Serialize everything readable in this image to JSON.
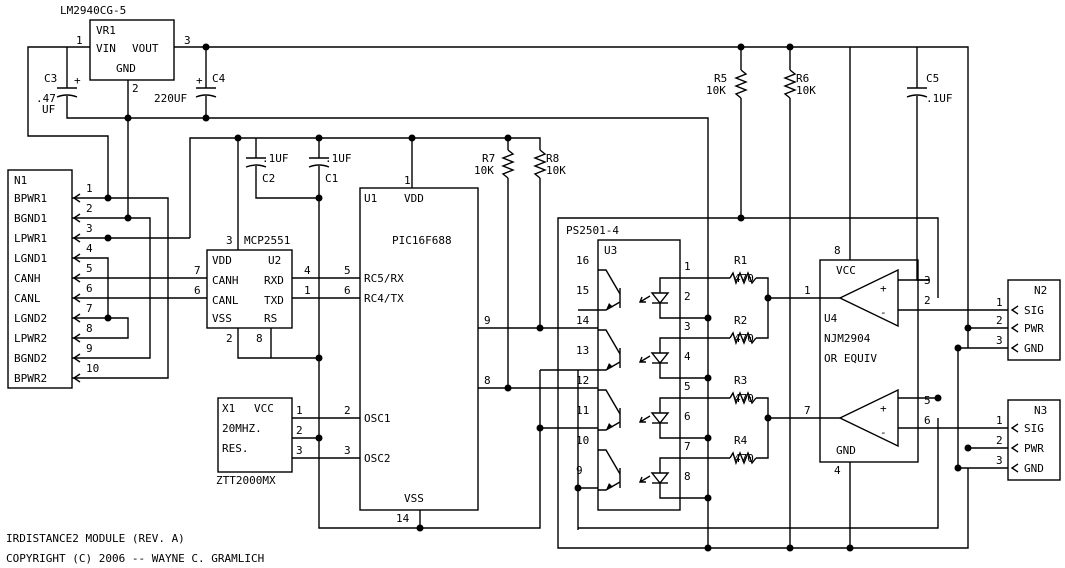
{
  "title": "IRDISTANCE2 MODULE (REV. A)",
  "copyright": "COPYRIGHT (C) 2006 -- WAYNE C. GRAMLICH",
  "vr1": {
    "part": "LM2940CG-5",
    "ref": "VR1",
    "vin": "VIN",
    "vout": "VOUT",
    "gnd": "GND",
    "p1": "1",
    "p2": "2",
    "p3": "3"
  },
  "caps": {
    "c3": "C3",
    "c3_val1": ".47",
    "c3_val2": "UF",
    "plus": "+",
    "c4": "C4",
    "c4_val": "220UF",
    "c5": "C5",
    "c5_val": ".1UF",
    "c2": "C2",
    "c2_val": ".1UF",
    "c1": "C1",
    "c1_val": ".1UF"
  },
  "res": {
    "r5": "R5",
    "r5_val": "10K",
    "r6": "R6",
    "r6_val": "10K",
    "r7": "R7",
    "r7_val": "10K",
    "r8": "R8",
    "r8_val": "10K",
    "r1": "R1",
    "r2": "R2",
    "r3": "R3",
    "r4": "R4",
    "val470": "470"
  },
  "n1": {
    "ref": "N1",
    "pins": [
      "BPWR1",
      "BGND1",
      "LPWR1",
      "LGND1",
      "CANH",
      "CANL",
      "LGND2",
      "LPWR2",
      "BGND2",
      "BPWR2"
    ],
    "nums": [
      "1",
      "2",
      "3",
      "4",
      "5",
      "6",
      "7",
      "8",
      "9",
      "10"
    ]
  },
  "u2": {
    "part": "MCP2551",
    "ref": "U2",
    "vdd": "VDD",
    "canh": "CANH",
    "canl": "CANL",
    "vss": "VSS",
    "rxd": "RXD",
    "txd": "TXD",
    "rs": "RS",
    "p3": "3",
    "p7": "7",
    "p6": "6",
    "p2": "2",
    "p8": "8",
    "p4": "4",
    "p1": "1"
  },
  "u1": {
    "ref": "U1",
    "vdd": "VDD",
    "part": "PIC16F688",
    "rc5": "RC5/RX",
    "rc4": "RC4/TX",
    "osc1": "OSC1",
    "osc2": "OSC2",
    "vss": "VSS",
    "p1": "1",
    "p5": "5",
    "p6": "6",
    "p9": "9",
    "p8": "8",
    "p2": "2",
    "p3": "3",
    "p14": "14"
  },
  "x1": {
    "ref": "X1",
    "vcc": "VCC",
    "freq": "20MHZ.",
    "res": "RES.",
    "part": "ZTT2000MX",
    "p1": "1",
    "p2": "2",
    "p3": "3"
  },
  "u3": {
    "part": "PS2501-4",
    "ref": "U3",
    "left": [
      "16",
      "15",
      "14",
      "13",
      "12",
      "11",
      "10",
      "9"
    ],
    "right": [
      "1",
      "2",
      "3",
      "4",
      "5",
      "6",
      "7",
      "8"
    ]
  },
  "u4": {
    "ref": "U4",
    "vcc": "VCC",
    "part": "NJM2904",
    "or": "OR EQUIV",
    "gnd": "GND",
    "p8": "8",
    "p3": "3",
    "p2": "2",
    "p1": "1",
    "p7": "7",
    "p5": "5",
    "p6": "6",
    "p4": "4",
    "plus": "+",
    "minus": "-"
  },
  "n2": {
    "ref": "N2",
    "sig": "SIG",
    "pwr": "PWR",
    "gnd": "GND",
    "p1": "1",
    "p2": "2",
    "p3": "3"
  },
  "n3": {
    "ref": "N3",
    "sig": "SIG",
    "pwr": "PWR",
    "gnd": "GND",
    "p1": "1",
    "p2": "2",
    "p3": "3"
  }
}
